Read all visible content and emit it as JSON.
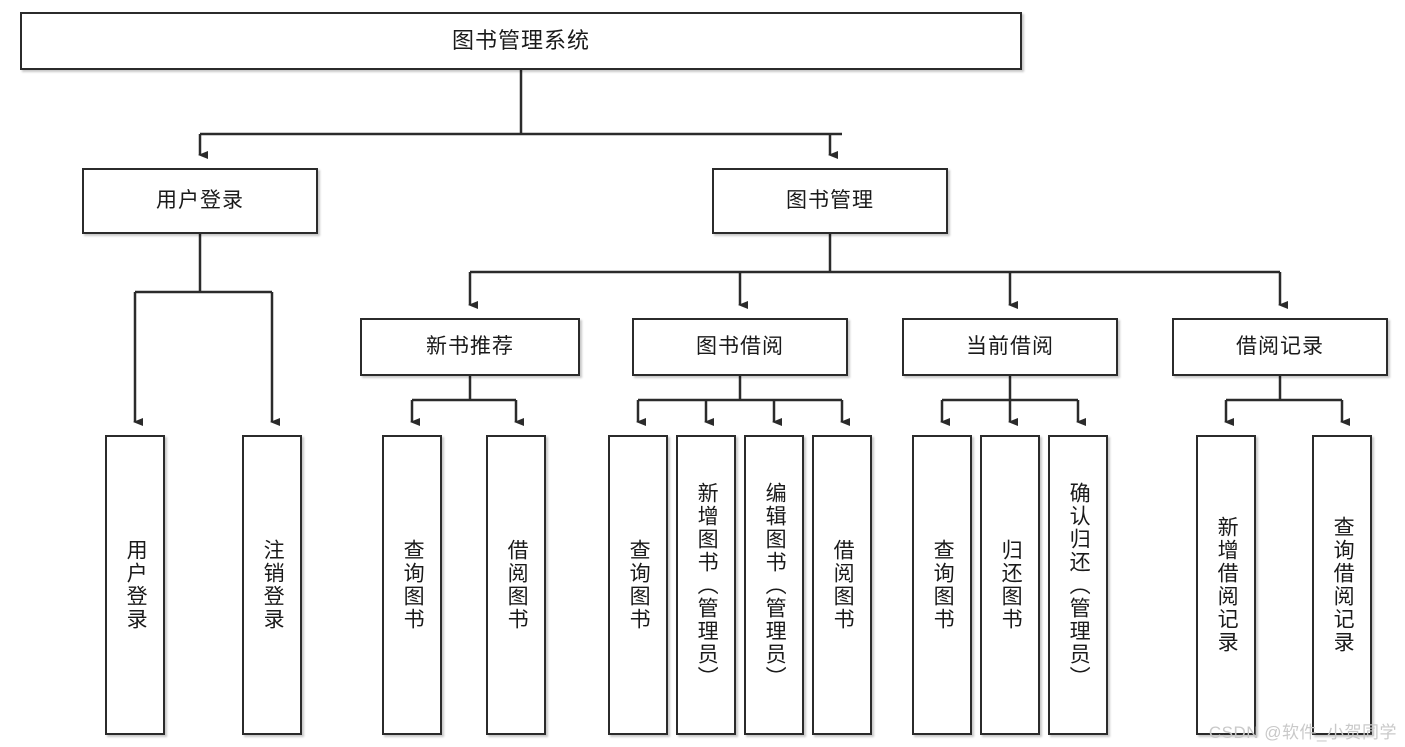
{
  "diagram": {
    "type": "tree-hierarchy-flowchart",
    "title": "图书管理系统",
    "orientation": "top-down",
    "colors": {
      "box_border": "#2b2b2b",
      "box_fill": "#ffffff",
      "edge": "#2b2b2b",
      "text": "#1a1a1a",
      "watermark": "#c9c9c9",
      "background": "#ffffff"
    },
    "nodes": {
      "root": {
        "label": "图书管理系统"
      },
      "level2": [
        {
          "id": "user_login",
          "label": "用户登录"
        },
        {
          "id": "book_mgmt",
          "label": "图书管理"
        }
      ],
      "level3": [
        {
          "id": "new_book_rec",
          "label": "新书推荐"
        },
        {
          "id": "book_borrow",
          "label": "图书借阅"
        },
        {
          "id": "current_borrow",
          "label": "当前借阅"
        },
        {
          "id": "borrow_record",
          "label": "借阅记录"
        }
      ],
      "leaves": {
        "user_login": [
          {
            "id": "leaf_login",
            "label": "用户登录"
          },
          {
            "id": "leaf_logout",
            "label": "注销登录"
          }
        ],
        "new_book_rec": [
          {
            "id": "leaf_query_book_1",
            "label": "查询图书"
          },
          {
            "id": "leaf_borrow_book_1",
            "label": "借阅图书"
          }
        ],
        "book_borrow": [
          {
            "id": "leaf_query_book_2",
            "label": "查询图书"
          },
          {
            "id": "leaf_add_book",
            "label": "新增图书（管理员）"
          },
          {
            "id": "leaf_edit_book",
            "label": "编辑图书（管理员）"
          },
          {
            "id": "leaf_borrow_book_2",
            "label": "借阅图书"
          }
        ],
        "current_borrow": [
          {
            "id": "leaf_query_book_3",
            "label": "查询图书"
          },
          {
            "id": "leaf_return_book",
            "label": "归还图书"
          },
          {
            "id": "leaf_confirm_return",
            "label": "确认归还（管理员）"
          }
        ],
        "borrow_record": [
          {
            "id": "leaf_add_record",
            "label": "新增借阅记录"
          },
          {
            "id": "leaf_query_record",
            "label": "查询借阅记录"
          }
        ]
      }
    },
    "edges": [
      {
        "from": "图书管理系统",
        "to": "用户登录"
      },
      {
        "from": "图书管理系统",
        "to": "图书管理"
      },
      {
        "from": "用户登录",
        "to": "用户登录"
      },
      {
        "from": "用户登录",
        "to": "注销登录"
      },
      {
        "from": "图书管理",
        "to": "新书推荐"
      },
      {
        "from": "图书管理",
        "to": "图书借阅"
      },
      {
        "from": "图书管理",
        "to": "当前借阅"
      },
      {
        "from": "图书管理",
        "to": "借阅记录"
      },
      {
        "from": "新书推荐",
        "to": "查询图书"
      },
      {
        "from": "新书推荐",
        "to": "借阅图书"
      },
      {
        "from": "图书借阅",
        "to": "查询图书"
      },
      {
        "from": "图书借阅",
        "to": "新增图书（管理员）"
      },
      {
        "from": "图书借阅",
        "to": "编辑图书（管理员）"
      },
      {
        "from": "图书借阅",
        "to": "借阅图书"
      },
      {
        "from": "当前借阅",
        "to": "查询图书"
      },
      {
        "from": "当前借阅",
        "to": "归还图书"
      },
      {
        "from": "当前借阅",
        "to": "确认归还（管理员）"
      },
      {
        "from": "借阅记录",
        "to": "新增借阅记录"
      },
      {
        "from": "借阅记录",
        "to": "查询借阅记录"
      }
    ]
  },
  "watermark": {
    "text": "CSDN @软件_小贺同学"
  }
}
